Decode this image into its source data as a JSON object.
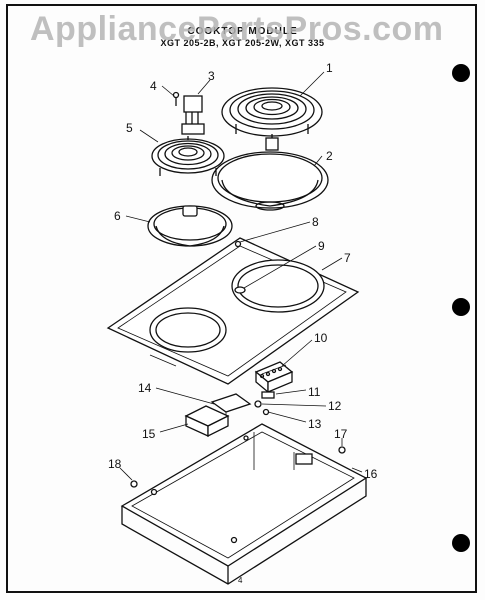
{
  "watermark": "AppliancePartsPros.com",
  "header": {
    "line1": "COOKTOP MODULE",
    "line2": "XGT 205-2B, XGT 205-2W, XGT 335"
  },
  "page_number": "4",
  "callouts": [
    {
      "id": "1",
      "label": "1"
    },
    {
      "id": "2",
      "label": "2"
    },
    {
      "id": "3",
      "label": "3"
    },
    {
      "id": "4",
      "label": "4"
    },
    {
      "id": "5",
      "label": "5"
    },
    {
      "id": "6",
      "label": "6"
    },
    {
      "id": "7",
      "label": "7"
    },
    {
      "id": "8",
      "label": "8"
    },
    {
      "id": "9",
      "label": "9"
    },
    {
      "id": "10",
      "label": "10"
    },
    {
      "id": "11",
      "label": "11"
    },
    {
      "id": "12",
      "label": "12"
    },
    {
      "id": "13",
      "label": "13"
    },
    {
      "id": "14",
      "label": "14"
    },
    {
      "id": "15",
      "label": "15"
    },
    {
      "id": "16",
      "label": "16"
    },
    {
      "id": "17",
      "label": "17"
    },
    {
      "id": "18",
      "label": "18"
    }
  ]
}
